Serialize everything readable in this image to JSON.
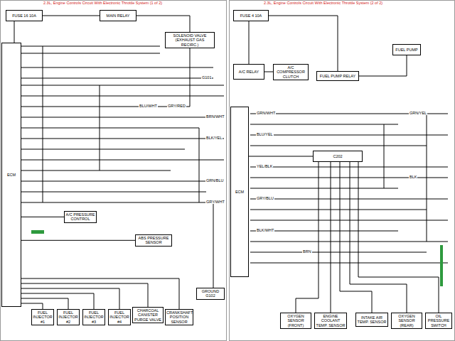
{
  "diagram": {
    "title": "2.3L, Engine Controls Circuit With Electronic Throttle System (1 of 2)",
    "nodes": [
      {
        "text": [
          "ECM"
        ]
      },
      {
        "text": [
          "FUSE 16 10A"
        ]
      },
      {
        "text": [
          "MAIN RELAY"
        ]
      },
      {
        "text": [
          "SOLENOID VALVE (EXHAUST GAS RECIRC.)"
        ]
      },
      {
        "text": [
          "A/C PRESSURE CONTROL"
        ]
      },
      {
        "text": [
          "ABS PRESSURE SENSOR"
        ]
      },
      {
        "text": [
          "FUEL INJECTOR #1"
        ]
      },
      {
        "text": [
          "FUEL INJECTOR #2"
        ]
      },
      {
        "text": [
          "FUEL INJECTOR #3"
        ]
      },
      {
        "text": [
          "FUEL INJECTOR #4"
        ]
      },
      {
        "text": [
          "CHARCOAL CANISTER PURGE VALVE"
        ]
      },
      {
        "text": [
          "CRANKSHAFT POSITION SENSOR"
        ]
      },
      {
        "text": [
          "GROUND",
          "G102"
        ]
      },
      {
        "text": [
          "FUSE 4 10A"
        ]
      },
      {
        "text": [
          "A/C RELAY"
        ]
      },
      {
        "text": [
          "A/C COMPRESSOR CLUTCH"
        ]
      },
      {
        "text": [
          "FUEL PUMP RELAY"
        ]
      },
      {
        "text": [
          "FUEL PUMP"
        ]
      },
      {
        "text": [
          "C202"
        ]
      },
      {
        "text": [
          "OXYGEN SENSOR (FRONT)"
        ]
      },
      {
        "text": [
          "ENGINE COOLANT TEMP. SENSOR"
        ]
      },
      {
        "text": [
          "INTAKE AIR TEMP. SENSOR"
        ]
      },
      {
        "text": [
          "OXYGEN SENSOR (REAR)"
        ]
      },
      {
        "text": [
          "OIL PRESSURE SWITCH"
        ]
      },
      {
        "text": [
          "ECM"
        ]
      }
    ],
    "edges": [
      {
        "from": 1,
        "to": 2,
        "arrow": "none"
      },
      {
        "from": 2,
        "to": 3,
        "arrow": "none"
      },
      {
        "from": 1,
        "to": 0,
        "arrow": "none"
      },
      {
        "from": 3,
        "to": 0,
        "arrow": "none"
      },
      {
        "from": 0,
        "to": 4,
        "arrow": "none"
      },
      {
        "from": 0,
        "to": 5,
        "arrow": "none"
      },
      {
        "from": 0,
        "to": 11,
        "arrow": "none"
      },
      {
        "from": 0,
        "to": 10,
        "arrow": "none"
      },
      {
        "from": 0,
        "to": 9,
        "arrow": "none"
      },
      {
        "from": 0,
        "to": 8,
        "arrow": "none"
      },
      {
        "from": 0,
        "to": 7,
        "arrow": "none"
      },
      {
        "from": 0,
        "to": 6,
        "arrow": "none"
      },
      {
        "from": 13,
        "to": 14,
        "arrow": "none"
      },
      {
        "from": 14,
        "to": 15,
        "arrow": "none"
      },
      {
        "from": 13,
        "to": 16,
        "arrow": "none"
      },
      {
        "from": 16,
        "to": 17,
        "arrow": "none"
      },
      {
        "from": 24,
        "to": 18,
        "arrow": "none"
      },
      {
        "from": 18,
        "to": 19,
        "arrow": "none"
      },
      {
        "from": 18,
        "to": 20,
        "arrow": "none"
      },
      {
        "from": 18,
        "to": 21,
        "arrow": "none"
      },
      {
        "from": 18,
        "to": 22,
        "arrow": "none"
      },
      {
        "from": 18,
        "to": 23,
        "arrow": "none"
      }
    ],
    "labels": [
      "2.3L, Engine Controls Circuit With Electronic Throttle System (2 of 2)",
      "BLU/WHT",
      "GRY/RED",
      "G101",
      "BRN/WHT",
      "BLK/YEL",
      "GRN/BLU",
      "GRY/WHT",
      "GRN/WHT",
      "BLU/YEL",
      "YEL/BLK",
      "GRY/BLU",
      "BLK/WHT",
      "BRN",
      "GRN/YEL",
      "BLK"
    ]
  }
}
